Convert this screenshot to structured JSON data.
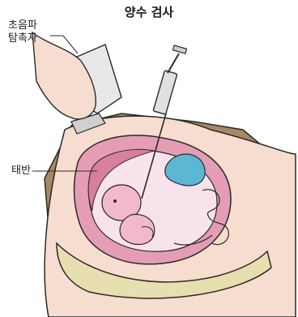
{
  "title": "양수 검사",
  "labels": {
    "probe_line1": "초음파",
    "probe_line2": "탐촉자",
    "placenta": "태반"
  },
  "colors": {
    "outline": "#2a2a2a",
    "skin": "#f6ddcf",
    "uterus_wall": "#e59db6",
    "amniotic_fluid": "#f8e3ec",
    "fetus": "#f2b9cb",
    "bladder": "#5bb7d4",
    "background_tissue": "#a88763",
    "bone": "#e8dfb0",
    "syringe": "#e0e0e0"
  },
  "icons": {
    "probe": "ultrasound-probe-icon",
    "syringe": "syringe-needle-icon"
  }
}
